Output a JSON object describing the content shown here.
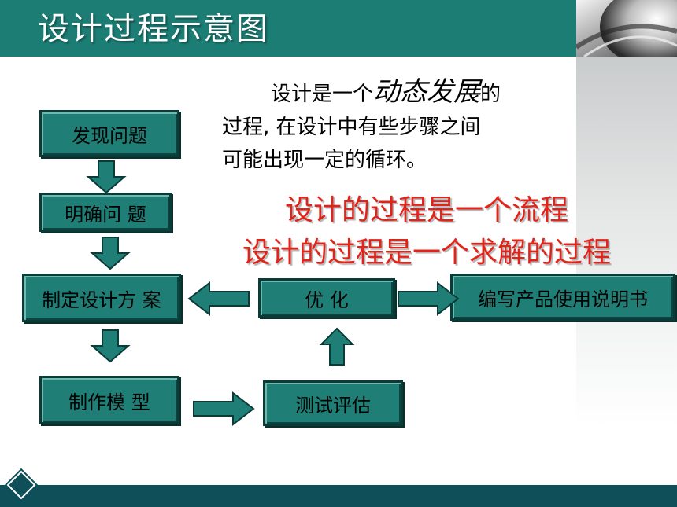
{
  "header": {
    "title": "设计过程示意图"
  },
  "description": {
    "indent_text": "设计是一个",
    "emphasis": "动态发展",
    "rest_line1": "的",
    "line2": "过程, 在设计中有些步骤之间",
    "line3": "可能出现一定的循环。"
  },
  "highlights": {
    "line1": "设计的过程是一个流程",
    "line2": "设计的过程是一个求解的过程"
  },
  "flow": {
    "discover": "发现问题",
    "clarify": "明确问  题",
    "plan": "制定设计方  案",
    "make_model": "制作模  型",
    "test_evaluate": "测试评估",
    "optimize": "优  化",
    "write_manual": "编写产品使用说明书"
  },
  "colors": {
    "teal": "#1c7d75",
    "box_fill": "#1f7f77",
    "dark_navy": "#0f4f5a",
    "red_text": "#e2231a"
  }
}
